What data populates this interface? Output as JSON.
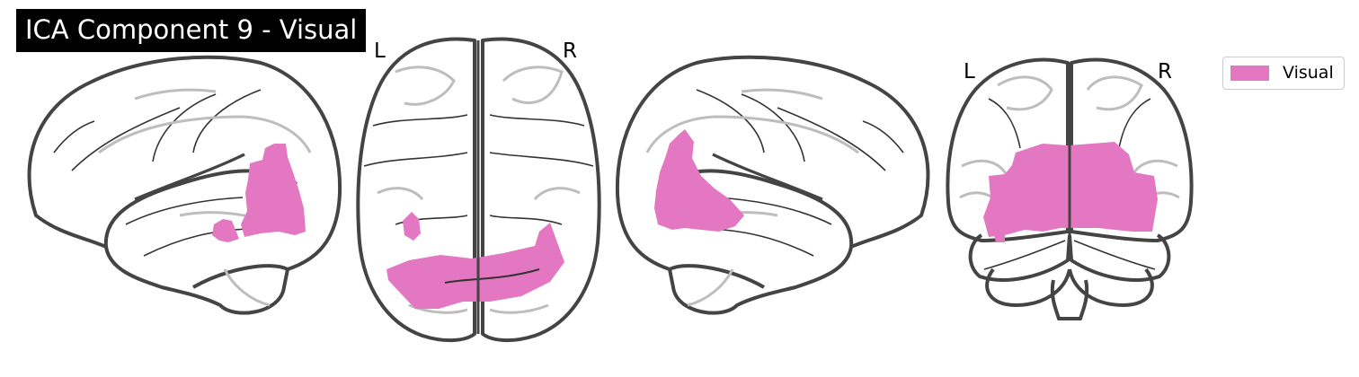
{
  "title": "ICA Component 9 - Visual",
  "views": {
    "lateral_left": {
      "name": "sagittal-left"
    },
    "axial": {
      "name": "axial",
      "label_left": "L",
      "label_right": "R"
    },
    "lateral_right": {
      "name": "sagittal-right"
    },
    "coronal": {
      "name": "coronal",
      "label_left": "L",
      "label_right": "R"
    }
  },
  "legend": {
    "label": "Visual",
    "color": "#e377c2"
  },
  "colors": {
    "activation": "#e377c2",
    "outline": "#444444",
    "gyrus": "#bdbdbd",
    "title_bg": "#000000"
  }
}
